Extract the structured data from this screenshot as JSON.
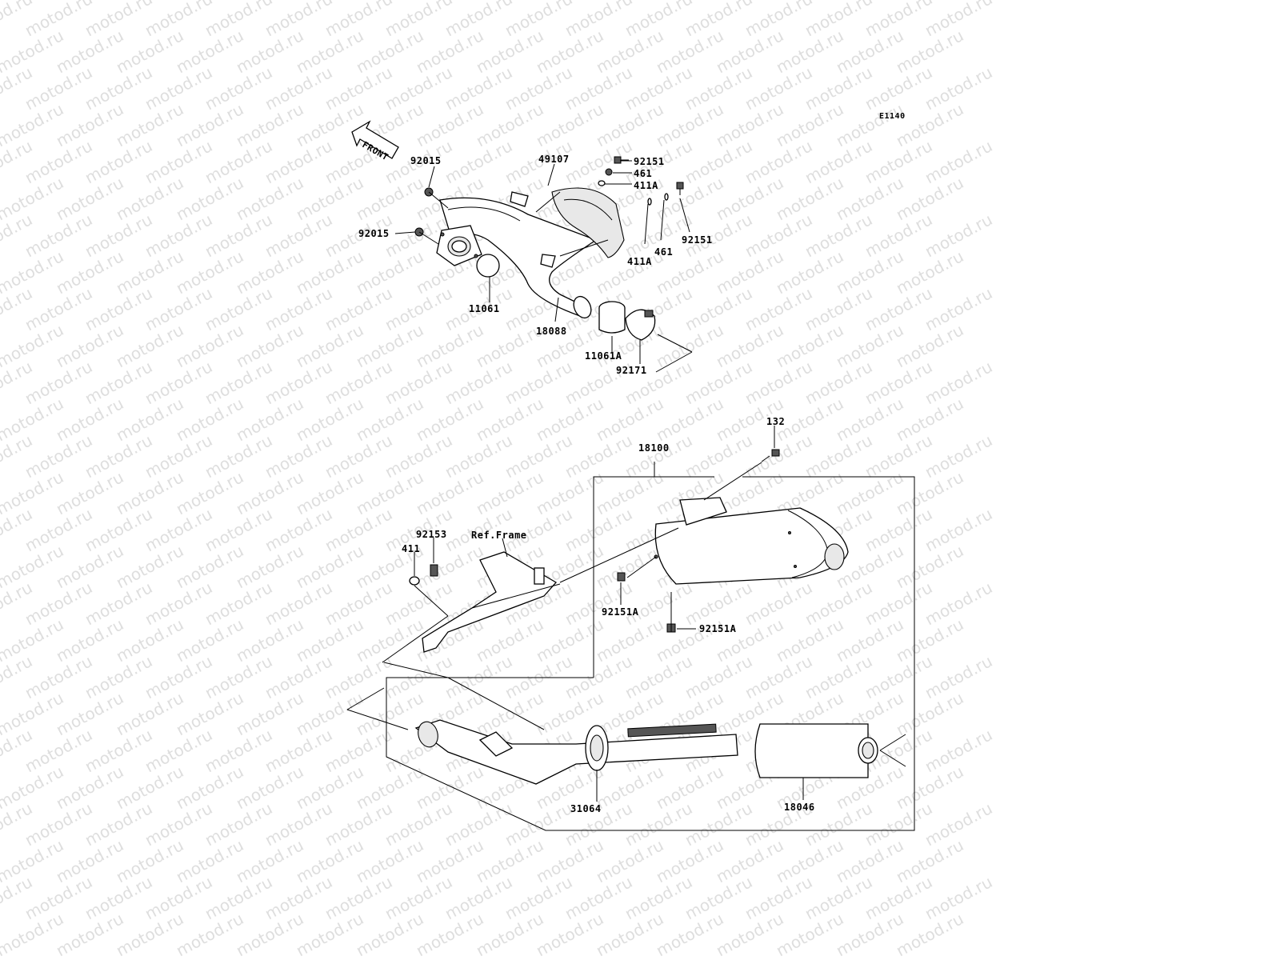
{
  "diagram": {
    "code": "E1140",
    "front_label": "FRONT",
    "watermark": "motod.ru",
    "labels": {
      "p92015a": "92015",
      "p92015b": "92015",
      "p49107": "49107",
      "p92151a": "92151",
      "p461a": "461",
      "p411Aa": "411A",
      "p92151b": "92151",
      "p461b": "461",
      "p411Ab": "411A",
      "p11061": "11061",
      "p18088": "18088",
      "p11061A": "11061A",
      "p92171": "92171",
      "p132": "132",
      "p18100": "18100",
      "p92153": "92153",
      "pRefFrame": "Ref.Frame",
      "p411": "411",
      "p92151Aa": "92151A",
      "p92151Ab": "92151A",
      "p31064": "31064",
      "p18046": "18046"
    }
  }
}
